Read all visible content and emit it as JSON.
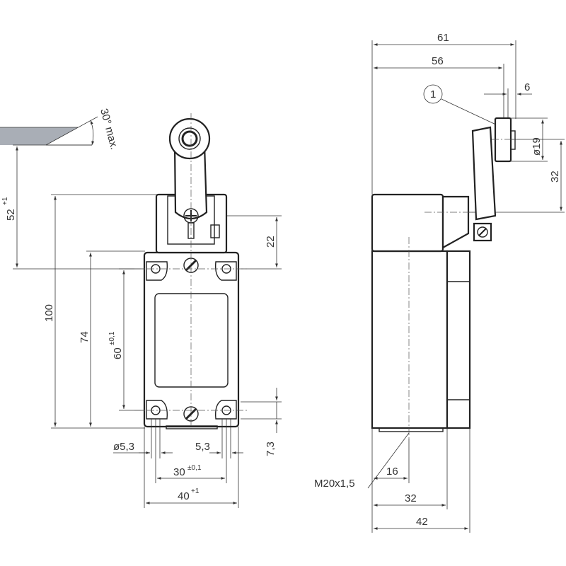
{
  "front_view": {
    "angle_label": "30° max.",
    "dim_52": "52",
    "dim_52_tol": "+1",
    "dim_100": "100",
    "dim_74": "74",
    "dim_60": "60",
    "dim_60_tol": "±0,1",
    "dim_22": "22",
    "dim_7_3": "7,3",
    "dim_hole": "ø5,3",
    "dim_5_3": "5,3",
    "dim_30": "30",
    "dim_30_tol": "±0,1",
    "dim_40": "40",
    "dim_40_tol": "+1"
  },
  "side_view": {
    "dim_61": "61",
    "dim_56": "56",
    "dim_6": "6",
    "dim_19": "ø19",
    "dim_32_v": "32",
    "callout": "1",
    "thread": "M20x1,5",
    "dim_16": "16",
    "dim_32_h": "32",
    "dim_42": "42"
  },
  "colors": {
    "line": "#222222",
    "plunger_fill": "#a9aeb6"
  }
}
